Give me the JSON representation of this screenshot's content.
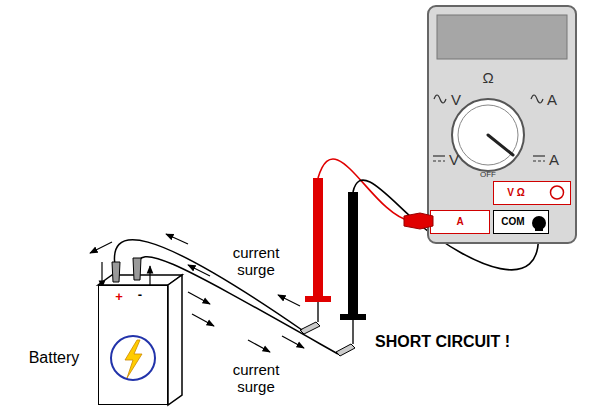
{
  "diagram": {
    "nodes": [
      {
        "text": [
          "Ω",
          "V",
          "A",
          "V",
          "A",
          "OFF"
        ]
      },
      {
        "text": [
          "V Ω"
        ],
        "in": 0
      },
      {
        "text": [
          "A"
        ],
        "in": 0
      },
      {
        "text": [
          "COM"
        ],
        "in": 0
      },
      {
        "text": [
          "+",
          "-",
          "Battery"
        ]
      }
    ],
    "labels": [
      "current surge",
      "current surge",
      "SHORT CIRCUIT !"
    ]
  }
}
